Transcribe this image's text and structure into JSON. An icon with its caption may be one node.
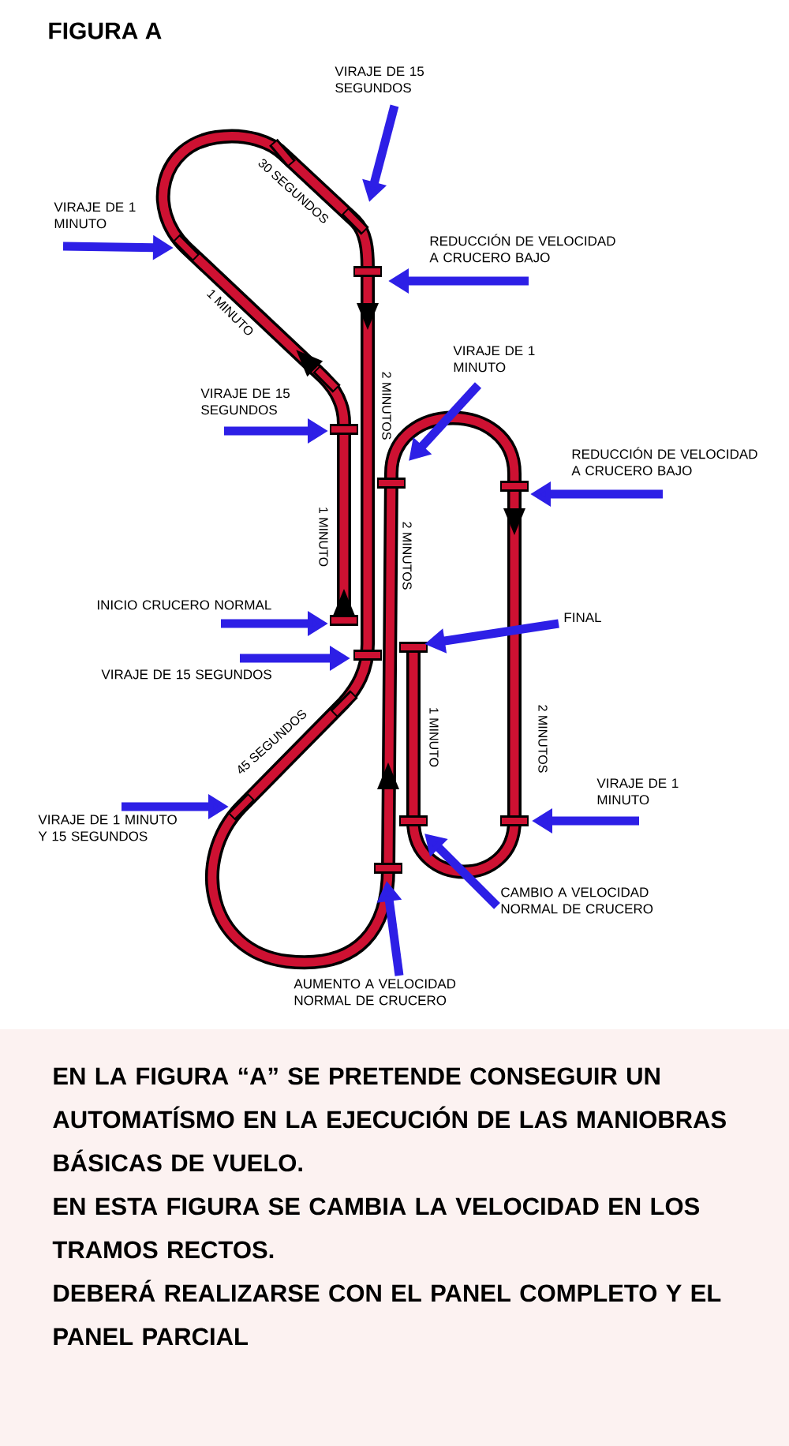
{
  "diagram": {
    "title": "FIGURA A",
    "nodes": [
      {
        "text": [
          "VIRAJE DE 15 SEGUNDOS"
        ]
      },
      {
        "text": [
          "VIRAJE DE 1 MINUTO"
        ]
      },
      {
        "text": [
          "REDUCCIÓN DE VELOCIDAD A CRUCERO BAJO"
        ]
      },
      {
        "text": [
          "VIRAJE DE 15 SEGUNDOS"
        ]
      },
      {
        "text": [
          "VIRAJE DE 1 MINUTO"
        ]
      },
      {
        "text": [
          "REDUCCIÓN DE VELOCIDAD A CRUCERO BAJO"
        ]
      },
      {
        "text": [
          "INICIO CRUCERO NORMAL"
        ]
      },
      {
        "text": [
          "VIRAJE DE 15 SEGUNDOS"
        ]
      },
      {
        "text": [
          "FINAL"
        ]
      },
      {
        "text": [
          "VIRAJE DE 1 MINUTO"
        ]
      },
      {
        "text": [
          "VIRAJE DE 1 MINUTO Y 15 SEGUNDOS"
        ]
      },
      {
        "text": [
          "CAMBIO A VELOCIDAD NORMAL DE CRUCERO"
        ]
      },
      {
        "text": [
          "AUMENTO A VELOCIDAD NORMAL DE CRUCERO"
        ]
      }
    ],
    "edges": [
      {
        "from": 0,
        "to": null,
        "arrow": "to"
      },
      {
        "from": 1,
        "to": null,
        "arrow": "to"
      },
      {
        "from": 2,
        "to": null,
        "arrow": "to"
      },
      {
        "from": 3,
        "to": null,
        "arrow": "to"
      },
      {
        "from": 4,
        "to": null,
        "arrow": "to"
      },
      {
        "from": 5,
        "to": null,
        "arrow": "to"
      },
      {
        "from": 6,
        "to": null,
        "arrow": "to"
      },
      {
        "from": 7,
        "to": null,
        "arrow": "to"
      },
      {
        "from": 8,
        "to": null,
        "arrow": "to"
      },
      {
        "from": 9,
        "to": null,
        "arrow": "to"
      },
      {
        "from": 10,
        "to": null,
        "arrow": "to"
      },
      {
        "from": 11,
        "to": null,
        "arrow": "to"
      },
      {
        "from": 12,
        "to": null,
        "arrow": "to"
      }
    ],
    "labels": [
      "30 SEGUNDOS",
      "1 MINUTO",
      "2 MINUTOS",
      "1 MINUTO",
      "2 MINUTOS",
      "2 MINUTOS",
      "1 MINUTO",
      "45 SEGUNDOS",
      "EN LA FIGURA “A” SE PRETENDE CONSEGUIR UN AUTOMATÍSMO EN LA EJECUCIÓN DE LAS MANIOBRAS BÁSICAS DE VUELO.",
      "EN ESTA FIGURA SE CAMBIA LA VELOCIDAD EN LOS TRAMOS RECTOS.",
      "DEBERÁ REALIZARSE CON EL PANEL COMPLETO Y EL PANEL PARCIAL"
    ]
  }
}
